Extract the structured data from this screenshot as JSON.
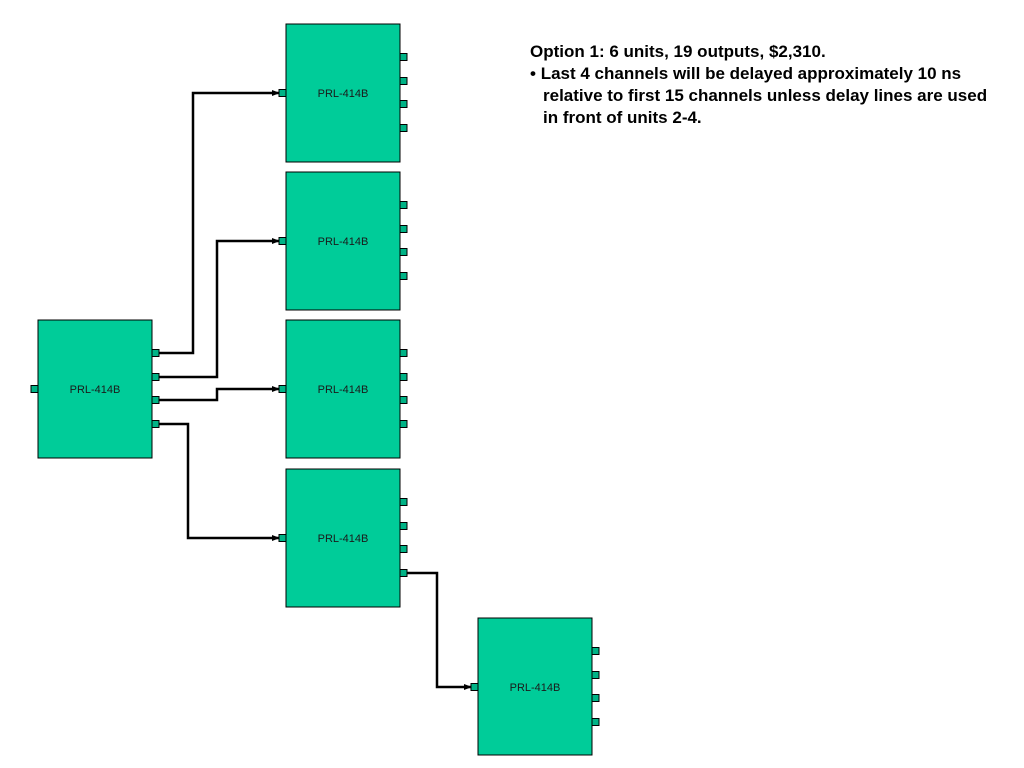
{
  "diagram": {
    "unit_label": "PRL-414B",
    "colors": {
      "unit_fill": "#00cc99",
      "port_fill": "#00b386",
      "outline": "#000000",
      "wire": "#000000"
    },
    "units": [
      {
        "id": "u1",
        "label": "PRL-414B"
      },
      {
        "id": "u2",
        "label": "PRL-414B"
      },
      {
        "id": "u3",
        "label": "PRL-414B"
      },
      {
        "id": "u4",
        "label": "PRL-414B"
      },
      {
        "id": "u5",
        "label": "PRL-414B"
      },
      {
        "id": "u6",
        "label": "PRL-414B"
      }
    ],
    "connections": [
      {
        "from": "u1",
        "output": 1,
        "to": "u2"
      },
      {
        "from": "u1",
        "output": 2,
        "to": "u3"
      },
      {
        "from": "u1",
        "output": 3,
        "to": "u4"
      },
      {
        "from": "u1",
        "output": 4,
        "to": "u5"
      },
      {
        "from": "u5",
        "output": 4,
        "to": "u6"
      }
    ]
  },
  "notes": {
    "heading": "Option 1: 6 units, 19 outputs, $2,310.",
    "bullet_char": "•",
    "bullet_text": "Last 4 channels will be delayed approximately 10 ns relative to first 15 channels unless delay lines are used in front of units 2-4."
  }
}
